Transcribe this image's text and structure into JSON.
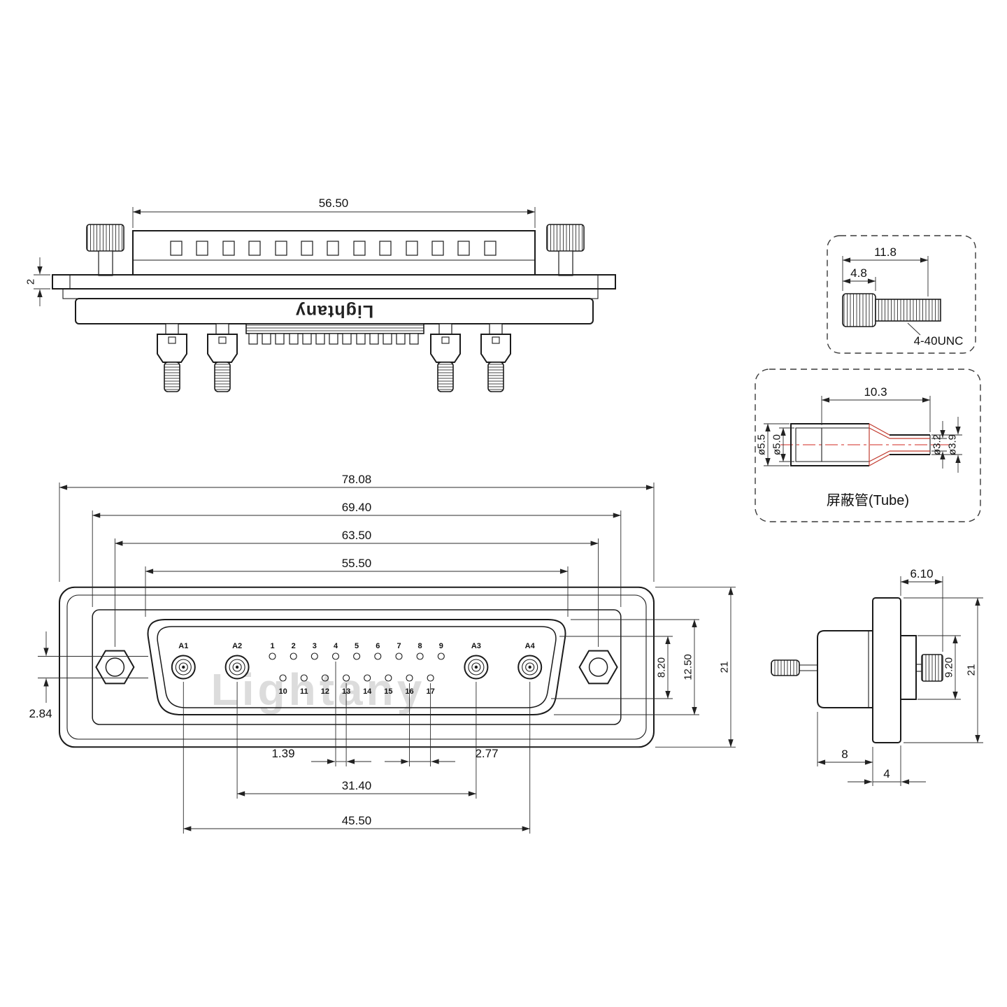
{
  "brand": "Lightany",
  "watermark": "Lightany",
  "top_view": {
    "dim_shell_width": "56.50",
    "dim_flange_thickness": "2"
  },
  "screw_detail": {
    "dim_length": "11.8",
    "dim_head": "4.8",
    "thread_label": "4-40UNC"
  },
  "tube_detail": {
    "dim_length": "10.3",
    "dim_outer_left": "ø5.5",
    "dim_inner_left": "ø5.0",
    "dim_inner_right": "ø3.2",
    "dim_outer_right": "ø3.9",
    "caption": "屏蔽管(Tube)"
  },
  "front_view": {
    "dim_total_width": "78.08",
    "dim_body_width": "69.40",
    "dim_screw_span": "63.50",
    "dim_shell_width": "55.50",
    "dim_insert_height": "8.20",
    "dim_shell_height": "12.50",
    "dim_total_height": "21",
    "dim_row_offset": "2.84",
    "dim_half_pitch": "1.39",
    "dim_pitch": "2.77",
    "dim_a2_a3_span": "31.40",
    "dim_a1_a4_span": "45.50",
    "pins_top": [
      "A1",
      "A2",
      "1",
      "2",
      "3",
      "4",
      "5",
      "6",
      "7",
      "8",
      "9",
      "A3",
      "A4"
    ],
    "pins_bottom": [
      "10",
      "11",
      "12",
      "13",
      "14",
      "15",
      "16",
      "17"
    ]
  },
  "side_view": {
    "dim_front_protrusion": "6.10",
    "dim_shell_height": "9.20",
    "dim_total_height": "21",
    "dim_rear_depth": "8",
    "dim_flange_thickness": "4"
  }
}
